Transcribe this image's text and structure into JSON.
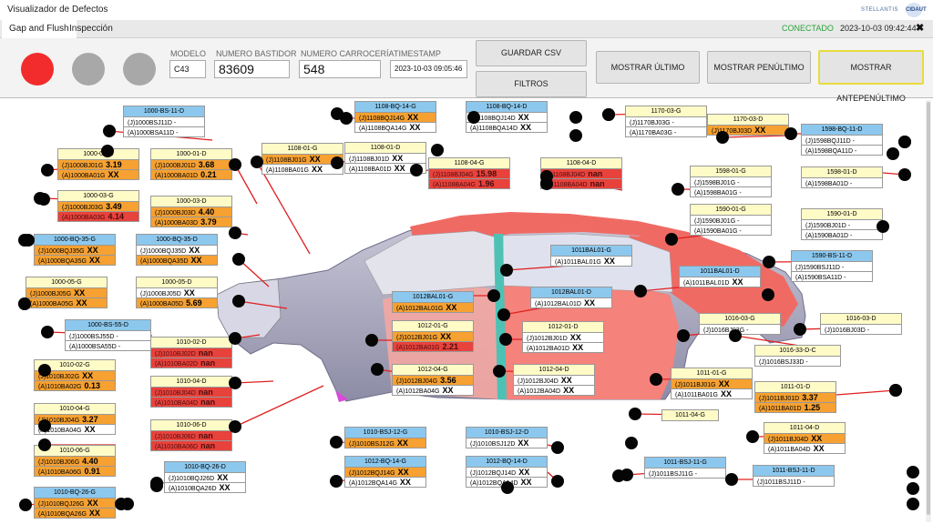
{
  "window": {
    "title": "Visualizador de Defectos",
    "brand": "STELLANTIS",
    "logo": "CIDAUT"
  },
  "tabs": [
    {
      "label": "Gap and Flush"
    },
    {
      "label": "Inspección"
    }
  ],
  "status": {
    "connection": "CONECTADO",
    "datetime": "2023-10-03 09:42:44",
    "close": "✖"
  },
  "header": {
    "lights": [
      {
        "color": "#f22c2c"
      },
      {
        "color": "#a8a8a8"
      },
      {
        "color": "#a8a8a8"
      }
    ],
    "fields": {
      "modelo": {
        "label": "MODELO",
        "value": "C43"
      },
      "bastidor": {
        "label": "NUMERO BASTIDOR",
        "value": "83609"
      },
      "carroceria": {
        "label": "NUMERO CARROCERÍA",
        "value": "548"
      },
      "timestamp": {
        "label": "TIMESTAMP",
        "value": "2023-10-03 09:05:46"
      }
    },
    "buttons": {
      "guardar": "GUARDAR CSV",
      "filtros": "FILTROS",
      "ultimo": "MOSTRAR ÚLTIMO",
      "penultimo": "MOSTRAR PENÚLTIMO",
      "antepenultimo": "MOSTRAR ANTEPENÚLTIMO"
    }
  },
  "colors": {
    "accent_selected": "#e8db3c",
    "ok": "#ffffff",
    "warning": "#f6a131",
    "error": "#e8423c",
    "header_id": "#fffbc7",
    "header_bs": "#8cc8ee",
    "connected": "#2aa33a"
  },
  "labels": [
    {
      "id": "1000-BS-11-D",
      "hc": "b",
      "r": [
        [
          "(J)1000BSJ11D -",
          "",
          "w"
        ],
        [
          "(A)1000BSA11D -",
          "",
          "w"
        ]
      ]
    },
    {
      "id": "1000-01-G",
      "hc": "y",
      "r": [
        [
          "(J)1000BJ01G",
          "3.19",
          "o"
        ],
        [
          "(A)1000BA01G",
          "XX",
          "o"
        ]
      ]
    },
    {
      "id": "1000-01-D",
      "hc": "y",
      "r": [
        [
          "(J)1000BJ01D",
          "3.68",
          "o"
        ],
        [
          "(A)1000BA01D",
          "0.21",
          "o"
        ]
      ]
    },
    {
      "id": "1000-03-G",
      "hc": "y",
      "r": [
        [
          "(J)1000BJ03G",
          "3.49",
          "o"
        ],
        [
          "(A)1000BA03G",
          "4.14",
          "r"
        ]
      ]
    },
    {
      "id": "1000-03-D",
      "hc": "y",
      "r": [
        [
          "(J)1000BJ03D",
          "4.40",
          "o"
        ],
        [
          "(A)1000BA03D",
          "3.79",
          "o"
        ]
      ]
    },
    {
      "id": "1000-BQ-35-G",
      "hc": "b",
      "r": [
        [
          "(J)1000BQJ35G",
          "XX",
          "o"
        ],
        [
          "(A)1000BQA35G",
          "XX",
          "o"
        ]
      ]
    },
    {
      "id": "1000-BQ-35-D",
      "hc": "b",
      "r": [
        [
          "(J)1000BQJ35D",
          "XX",
          "w"
        ],
        [
          "(A)1000BQA35D",
          "XX",
          "o"
        ]
      ]
    },
    {
      "id": "1000-05-G",
      "hc": "y",
      "r": [
        [
          "(J)1000BJ05G",
          "XX",
          "o"
        ],
        [
          "(A)1000BA05G",
          "XX",
          "o"
        ]
      ]
    },
    {
      "id": "1000-05-D",
      "hc": "y",
      "r": [
        [
          "(J)1000BJ05D",
          "XX",
          "w"
        ],
        [
          "(A)1000BA05D",
          "5.69",
          "o"
        ]
      ]
    },
    {
      "id": "1000-BS-55-D",
      "hc": "b",
      "r": [
        [
          "(J)1000BSJ55D -",
          "",
          "w"
        ],
        [
          "(A)1000BSA55D -",
          "",
          "w"
        ]
      ]
    },
    {
      "id": "1010-02-G",
      "hc": "y",
      "r": [
        [
          "(J)1010BJ02G",
          "XX",
          "o"
        ],
        [
          "(A)1010BA02G",
          "0.13",
          "o"
        ]
      ]
    },
    {
      "id": "1010-02-D",
      "hc": "y",
      "r": [
        [
          "(J)1010BJ02D",
          "nan",
          "r"
        ],
        [
          "(A)1010BA02D",
          "nan",
          "r"
        ]
      ]
    },
    {
      "id": "1010-04-G",
      "hc": "y",
      "r": [
        [
          "(J)1010BJ04G",
          "3.27",
          "o"
        ],
        [
          "(A)1010BA04G",
          "XX",
          "w"
        ]
      ]
    },
    {
      "id": "1010-04-D",
      "hc": "y",
      "r": [
        [
          "(J)1010BJ04D",
          "nan",
          "r"
        ],
        [
          "(A)1010BA04D",
          "nan",
          "r"
        ]
      ]
    },
    {
      "id": "1010-06-G",
      "hc": "y",
      "r": [
        [
          "(J)1010BJ06G",
          "4.40",
          "o"
        ],
        [
          "(A)1010BA06G",
          "0.91",
          "o"
        ]
      ]
    },
    {
      "id": "1010-06-D",
      "hc": "y",
      "r": [
        [
          "(J)1010BJ06D",
          "nan",
          "r"
        ],
        [
          "(A)1010BA06D",
          "nan",
          "r"
        ]
      ]
    },
    {
      "id": "1010-BQ-26-G",
      "hc": "b",
      "r": [
        [
          "(J)1010BQJ26G",
          "XX",
          "o"
        ],
        [
          "(A)1010BQA26G",
          "XX",
          "o"
        ]
      ]
    },
    {
      "id": "1010-BQ-26-D",
      "hc": "b",
      "r": [
        [
          "(J)1010BQJ26D",
          "XX",
          "w"
        ],
        [
          "(A)1010BQA26D",
          "XX",
          "w"
        ]
      ]
    },
    {
      "id": "1108-01-G",
      "hc": "y",
      "r": [
        [
          "(J)1108BJ01G",
          "XX",
          "o"
        ],
        [
          "(A)1108BA01G",
          "XX",
          "w"
        ]
      ]
    },
    {
      "id": "1108-BQ-14-G",
      "hc": "b",
      "r": [
        [
          "(J)1108BQJ14G",
          "XX",
          "o"
        ],
        [
          "(A)1108BQA14G",
          "XX",
          "w"
        ]
      ]
    },
    {
      "id": "1108-01-D",
      "hc": "y",
      "r": [
        [
          "(J)1108BJ01D",
          "XX",
          "w"
        ],
        [
          "(A)1108BA01D",
          "XX",
          "w"
        ]
      ]
    },
    {
      "id": "1108-BQ-14-D",
      "hc": "b",
      "r": [
        [
          "(J)1108BQJ14D",
          "XX",
          "w"
        ],
        [
          "(A)1108BQA14D",
          "XX",
          "w"
        ]
      ]
    },
    {
      "id": "1108-04-G",
      "hc": "y",
      "r": [
        [
          "(J)1108BJ04G",
          "15.98",
          "r"
        ],
        [
          "(A)1108BA04G",
          "1.96",
          "r"
        ]
      ]
    },
    {
      "id": "1108-04-D",
      "hc": "y",
      "r": [
        [
          "(J)1108BJ04D",
          "nan",
          "r"
        ],
        [
          "(A)1108BA04D",
          "nan",
          "r"
        ]
      ]
    },
    {
      "id": "1170-03-G",
      "hc": "y",
      "r": [
        [
          "(J)1170BJ03G -",
          "",
          "w"
        ],
        [
          "(A)1170BA03G -",
          "",
          "w"
        ]
      ]
    },
    {
      "id": "1170-03-D",
      "hc": "y",
      "r": [
        [
          "(J)1170BJ03D",
          "XX",
          "o"
        ]
      ]
    },
    {
      "id": "1598-BQ-11-D",
      "hc": "b",
      "r": [
        [
          "(J)1598BQJ11D -",
          "",
          "w"
        ],
        [
          "(A)1598BQA11D -",
          "",
          "w"
        ]
      ]
    },
    {
      "id": "1598-01-G",
      "hc": "y",
      "r": [
        [
          "(J)1598BJ01G -",
          "",
          "w"
        ],
        [
          "(A)1598BA01G -",
          "",
          "w"
        ]
      ]
    },
    {
      "id": "1598-01-D",
      "hc": "y",
      "r": [
        [
          "(A)1598BA01D -",
          "",
          "w"
        ]
      ]
    },
    {
      "id": "1590-01-G",
      "hc": "y",
      "r": [
        [
          "(J)1590BJ01G -",
          "",
          "w"
        ],
        [
          "(A)1590BA01G -",
          "",
          "w"
        ]
      ]
    },
    {
      "id": "1590-01-D",
      "hc": "y",
      "r": [
        [
          "(J)1590BJ01D -",
          "",
          "w"
        ],
        [
          "(A)1590BA01D -",
          "",
          "w"
        ]
      ]
    },
    {
      "id": "1011BAL01-G",
      "hc": "b",
      "r": [
        [
          "(A)1011BAL01G",
          "XX",
          "w"
        ]
      ]
    },
    {
      "id": "1590-BS-11-D",
      "hc": "b",
      "r": [
        [
          "(J)1590BSJ11D -",
          "",
          "w"
        ],
        [
          "(A)1590BSA11D -",
          "",
          "w"
        ]
      ]
    },
    {
      "id": "1011BAL01-D",
      "hc": "b",
      "r": [
        [
          "(A)1011BAL01D",
          "XX",
          "w"
        ]
      ]
    },
    {
      "id": "1012BAL01-G",
      "hc": "b",
      "r": [
        [
          "(A)1012BAL01G",
          "XX",
          "o"
        ]
      ]
    },
    {
      "id": "1012BAL01-D",
      "hc": "b",
      "r": [
        [
          "(A)1012BAL01D",
          "XX",
          "w"
        ]
      ]
    },
    {
      "id": "1012-01-G",
      "hc": "y",
      "r": [
        [
          "(J)1012BJ01G",
          "XX",
          "o"
        ],
        [
          "(A)1012BA01G",
          "2.21",
          "r"
        ]
      ]
    },
    {
      "id": "1012-01-D",
      "hc": "y",
      "r": [
        [
          "(J)1012BJ01D",
          "XX",
          "w"
        ],
        [
          "(A)1012BA01D",
          "XX",
          "w"
        ]
      ]
    },
    {
      "id": "1016-03-G",
      "hc": "y",
      "r": [
        [
          "(J)1016BJ03G -",
          "",
          "w"
        ]
      ]
    },
    {
      "id": "1016-03-D",
      "hc": "y",
      "r": [
        [
          "(J)1016BJ03D -",
          "",
          "w"
        ]
      ]
    },
    {
      "id": "1016-33-D-C",
      "hc": "y",
      "r": [
        [
          "(J)1016BSJ33D -",
          "",
          "w"
        ]
      ]
    },
    {
      "id": "1012-04-G",
      "hc": "y",
      "r": [
        [
          "(J)1012BJ04G",
          "3.56",
          "o"
        ],
        [
          "(A)1012BA04G",
          "XX",
          "w"
        ]
      ]
    },
    {
      "id": "1012-04-D",
      "hc": "y",
      "r": [
        [
          "(J)1012BJ04D",
          "XX",
          "w"
        ],
        [
          "(A)1012BA04D",
          "XX",
          "w"
        ]
      ]
    },
    {
      "id": "1011-01-G",
      "hc": "y",
      "r": [
        [
          "(J)1011BJ01G",
          "XX",
          "o"
        ],
        [
          "(A)1011BA01G",
          "XX",
          "w"
        ]
      ]
    },
    {
      "id": "1011-01-D",
      "hc": "y",
      "r": [
        [
          "(J)1011BJ01D",
          "3.37",
          "o"
        ],
        [
          "(A)1011BA01D",
          "1.25",
          "o"
        ]
      ]
    },
    {
      "id": "1011-04-G",
      "hc": "y",
      "r": []
    },
    {
      "id": "1011-04-D",
      "hc": "y",
      "r": [
        [
          "(J)1011BJ04D",
          "XX",
          "o"
        ],
        [
          "(A)1011BA04D",
          "XX",
          "w"
        ]
      ]
    },
    {
      "id": "1010-BSJ-12-G",
      "hc": "b",
      "r": [
        [
          "(J)1010BSJ12G",
          "XX",
          "o"
        ]
      ]
    },
    {
      "id": "1010-BSJ-12-D",
      "hc": "b",
      "r": [
        [
          "(J)1010BSJ12D",
          "XX",
          "w"
        ]
      ]
    },
    {
      "id": "1012-BQ-14-G",
      "hc": "b",
      "r": [
        [
          "(J)1012BQJ14G",
          "XX",
          "o"
        ],
        [
          "(A)1012BQA14G",
          "XX",
          "w"
        ]
      ]
    },
    {
      "id": "1012-BQ-14-D",
      "hc": "b",
      "r": [
        [
          "(J)1012BQJ14D",
          "XX",
          "w"
        ],
        [
          "(A)1012BQA14D",
          "XX",
          "w"
        ]
      ]
    },
    {
      "id": "1011-BSJ-11-G",
      "hc": "b",
      "r": [
        [
          "(J)1011BSJ11G -",
          "",
          "w"
        ]
      ]
    },
    {
      "id": "1011-BSJ-11-D",
      "hc": "b",
      "r": [
        [
          "(J)1011BSJ11D -",
          "",
          "w"
        ]
      ]
    }
  ]
}
